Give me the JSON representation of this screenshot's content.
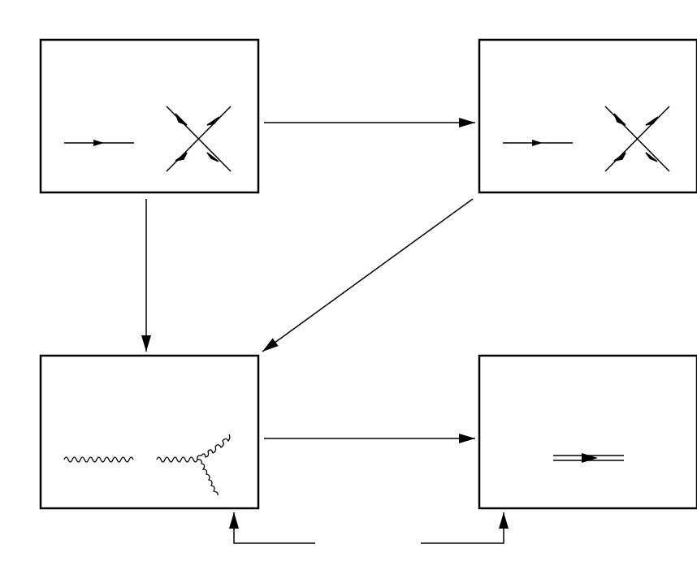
{
  "diagram": {
    "boxes": [
      {
        "id": "top-left",
        "glyphs": [
          "propagator-arrow-icon",
          "four-point-vertex-icon"
        ]
      },
      {
        "id": "top-right",
        "glyphs": [
          "propagator-arrow-icon",
          "four-point-vertex-icon"
        ]
      },
      {
        "id": "bottom-left",
        "glyphs": [
          "wavy-propagator-icon",
          "three-wavy-vertex-icon"
        ]
      },
      {
        "id": "bottom-right",
        "glyphs": [
          "double-line-arrow-icon"
        ]
      }
    ],
    "connections": [
      {
        "from": "top-left",
        "to": "top-right"
      },
      {
        "from": "top-left",
        "to": "bottom-left"
      },
      {
        "from": "top-right",
        "to": "bottom-left"
      },
      {
        "from": "bottom-left",
        "to": "bottom-right"
      },
      {
        "from": "bottom-gap",
        "to": "bottom-left"
      },
      {
        "from": "bottom-gap",
        "to": "bottom-right"
      }
    ],
    "colors": {
      "stroke": "#000000",
      "background": "#ffffff"
    }
  }
}
